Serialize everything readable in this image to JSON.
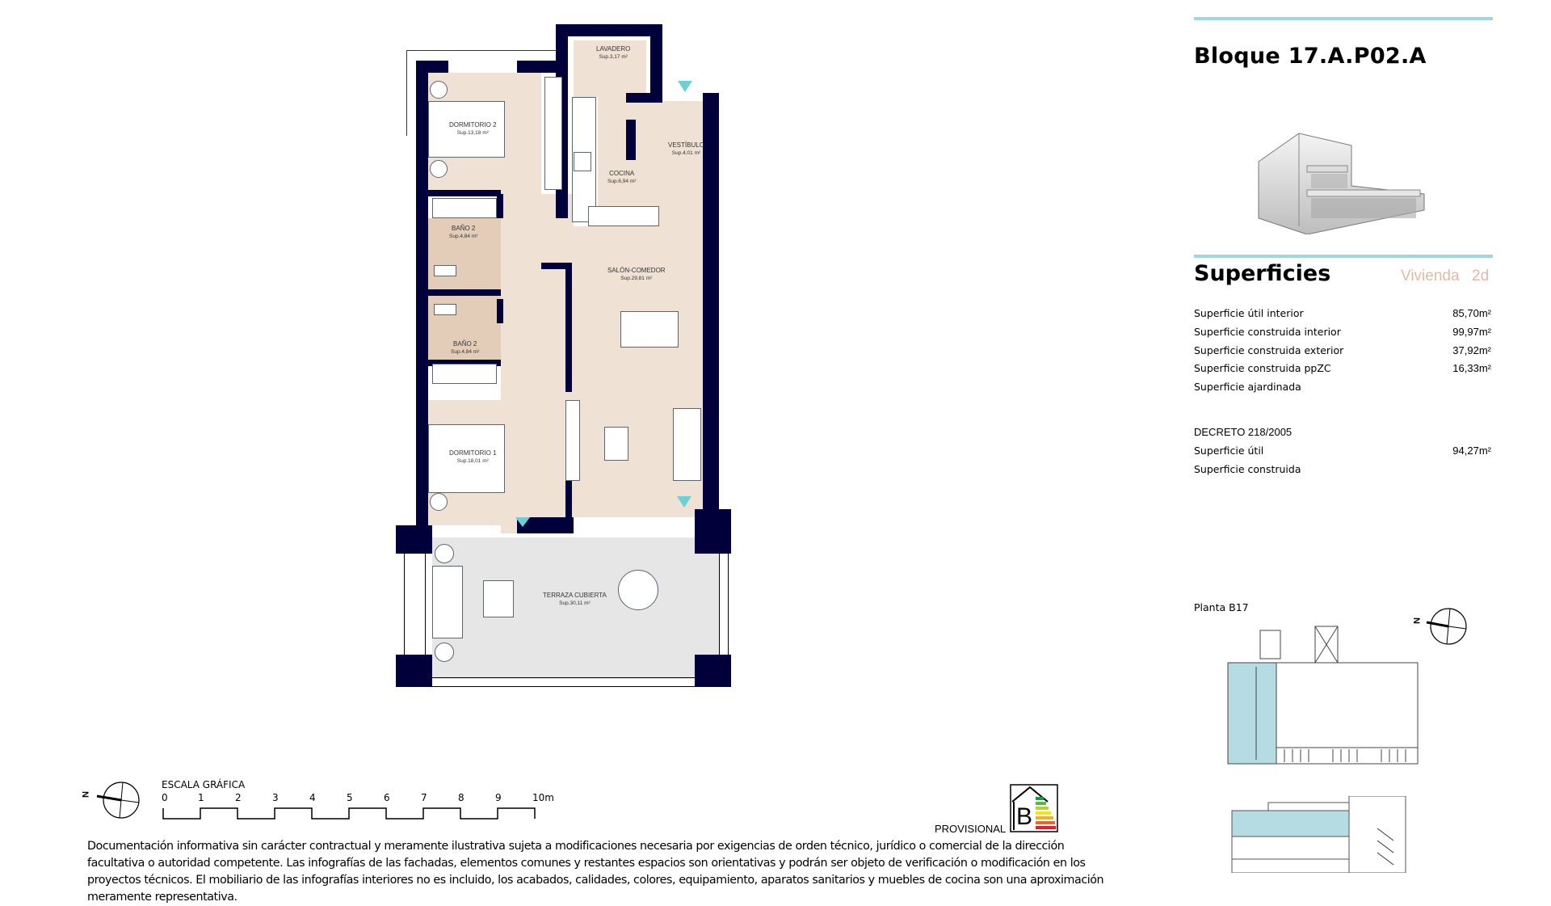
{
  "header": {
    "title": "Bloque 17.A.P02.A"
  },
  "surfaces": {
    "heading": "Superficies",
    "dwelling_type": "Vivienda",
    "bedrooms": "2d",
    "rows": [
      {
        "label": "Superficie útil interior",
        "value": "85,70m²"
      },
      {
        "label": "Superficie construida interior",
        "value": "99,97m²"
      },
      {
        "label": "Superficie construida exterior",
        "value": "37,92m²"
      },
      {
        "label": "Superficie construida ppZC",
        "value": "16,33m²"
      },
      {
        "label": "Superficie ajardinada",
        "value": ""
      }
    ],
    "decree": {
      "heading": "DECRETO 218/2005",
      "rows": [
        {
          "label": "Superficie útil",
          "value": "94,27m²"
        },
        {
          "label": "Superficie construida",
          "value": ""
        }
      ]
    }
  },
  "key_plan": {
    "label": "Planta B17",
    "north": "N"
  },
  "floor_plan": {
    "rooms": [
      {
        "name": "DORMITORIO 2",
        "area": "Sup.13,18 m²"
      },
      {
        "name": "LAVADERO",
        "area": "Sup.3,17 m²"
      },
      {
        "name": "VESTÍBULO",
        "area": "Sup.4,01 m²"
      },
      {
        "name": "COCINA",
        "area": "Sup.6,94 m²"
      },
      {
        "name": "BAÑO 2",
        "area": "Sup.4,84 m²"
      },
      {
        "name": "SALÓN-COMEDOR",
        "area": "Sup.29,81 m²"
      },
      {
        "name": "BAÑO 2",
        "area": "Sup.4,84 m²"
      },
      {
        "name": "DORMITORIO 1",
        "area": "Sup.18,01 m²"
      },
      {
        "name": "TERRAZA CUBIERTA",
        "area": "Sup.30,11 m²"
      }
    ],
    "colors": {
      "wall": "#02003a",
      "interior": "#efe1d3",
      "terrace": "#e6e6e6",
      "entry_marker": "#6ecfd6"
    }
  },
  "scale": {
    "north": "N",
    "label": "ESCALA GRÁFICA",
    "ticks": [
      "0",
      "1",
      "2",
      "3",
      "4",
      "5",
      "6",
      "7",
      "8",
      "9",
      "10m"
    ]
  },
  "energy": {
    "status": "PROVISIONAL",
    "rating": "B"
  },
  "disclaimer": "Documentación informativa sin carácter contractual y meramente ilustrativa sujeta a modificaciones necesaria por exigencias de orden técnico, jurídico o comercial de la dirección facultativa o autoridad competente. Las infografías de las fachadas, elementos comunes y restantes espacios son orientativas y podrán ser objeto de verificación o modificación en los proyectos técnicos. El mobiliario de las infografías interiores no es incluido, los acabados, calidades, colores, equipamiento, aparatos sanitarios y muebles de cocina son una aproximación meramente representativa."
}
